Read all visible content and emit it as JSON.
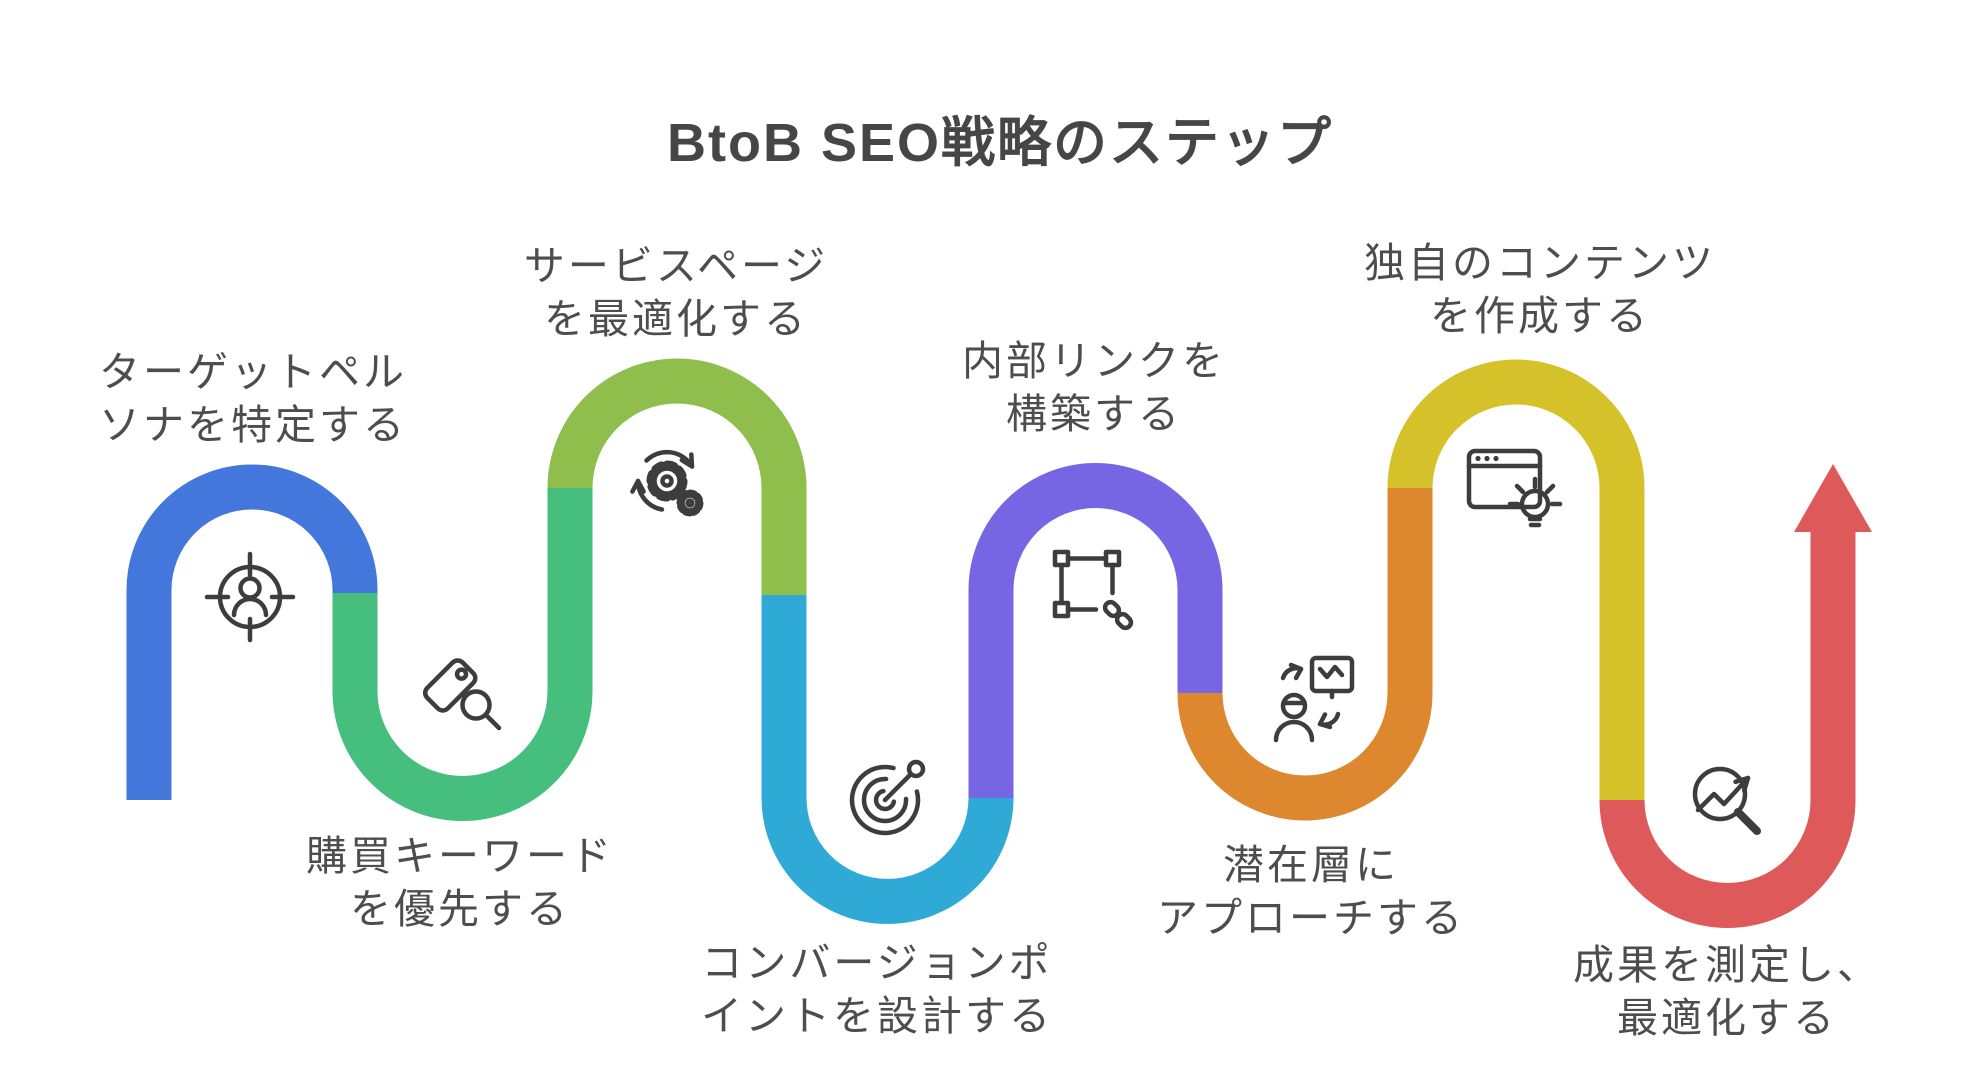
{
  "title": "BtoB SEO戦略のステップ",
  "steps": [
    {
      "order": 1,
      "line1": "ターゲットペル",
      "line2": "ソナを特定する",
      "color": "#4377DB",
      "icon": "person-target-icon"
    },
    {
      "order": 2,
      "line1": "購買キーワード",
      "line2": "を優先する",
      "color": "#46BE7E",
      "icon": "tag-search-icon"
    },
    {
      "order": 3,
      "line1": "サービスページ",
      "line2": "を最適化する",
      "color": "#8FBE4C",
      "icon": "gears-sync-icon"
    },
    {
      "order": 4,
      "line1": "コンバージョンポ",
      "line2": "イントを設計する",
      "color": "#2FA9D6",
      "icon": "target-dart-icon"
    },
    {
      "order": 5,
      "line1": "内部リンクを",
      "line2": "構築する",
      "color": "#7766E3",
      "icon": "frame-link-icon"
    },
    {
      "order": 6,
      "line1": "潜在層に",
      "line2": "アプローチする",
      "color": "#DD872F",
      "icon": "person-sync-icon"
    },
    {
      "order": 7,
      "line1": "独自のコンテンツ",
      "line2": "を作成する",
      "color": "#D5C22B",
      "icon": "browser-idea-icon"
    },
    {
      "order": 8,
      "line1": "成果を測定し、",
      "line2": "最適化する",
      "color": "#DE5A5A",
      "icon": "search-trend-icon"
    }
  ],
  "end_arrow": {
    "direction": "up",
    "color": "#DE5A5A"
  },
  "text_color": "#4d4d4d",
  "icon_stroke_color": "#3d3d3d",
  "background": "#ffffff"
}
